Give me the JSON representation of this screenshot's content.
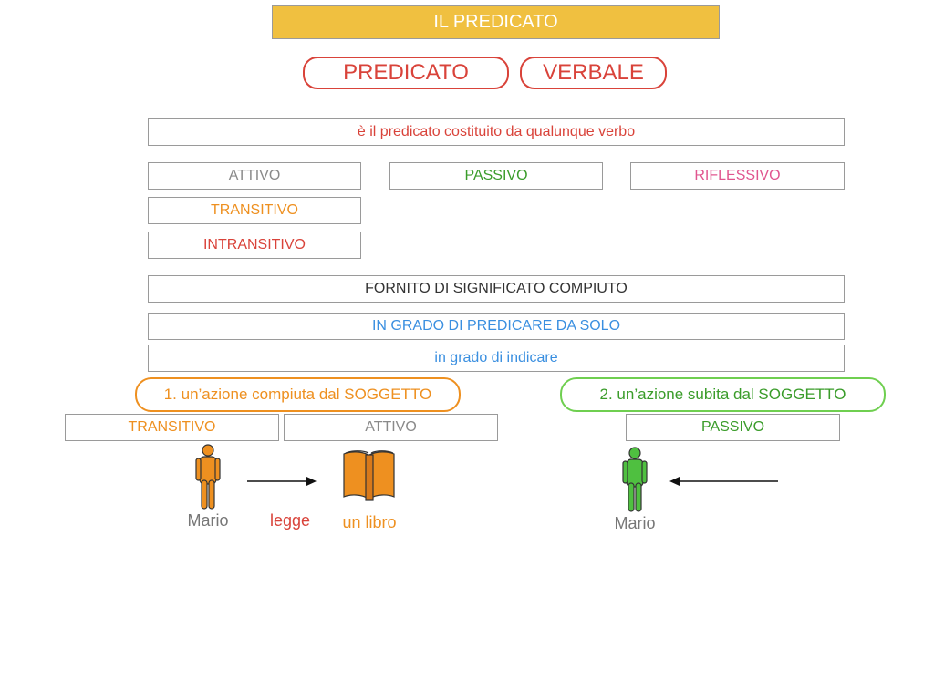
{
  "header": {
    "title": "IL PREDICATO"
  },
  "pills": {
    "left": "PREDICATO",
    "right": "VERBALE"
  },
  "definition": "è il predicato costituito da qualunque verbo",
  "types": {
    "attivo": "ATTIVO",
    "passivo": "PASSIVO",
    "riflessivo": "RIFLESSIVO",
    "transitivo": "TRANSITIVO",
    "intransitivo": "INTRANSITIVO"
  },
  "properties": {
    "fornito": "FORNITO DI SIGNIFICATO COMPIUTO",
    "in_grado_predicare": "IN GRADO DI PREDICARE DA SOLO",
    "in_grado_indicare": "in grado di indicare"
  },
  "branch1": {
    "label": "1. un’azione compiuta dal SOGGETTO",
    "tag1": "TRANSITIVO",
    "tag2": "ATTIVO",
    "subject": "Mario",
    "verb": "legge",
    "object": "un libro"
  },
  "branch2": {
    "label": "2. un’azione subita dal SOGGETTO",
    "tag": "PASSIVO",
    "subject": "Mario"
  },
  "icons": {
    "person_orange": "person-icon",
    "book": "book-icon",
    "person_green": "person-icon",
    "arrow_right": "arrow-right-icon",
    "arrow_left": "arrow-left-icon"
  },
  "colors": {
    "header_bg": "#f0c040",
    "red": "#d9433a",
    "green": "#3a9c2a",
    "pink": "#e0558f",
    "orange": "#ee9020",
    "blue": "#3a8fe0",
    "gray": "#8a8a8a",
    "green_border": "#6fcf50"
  }
}
